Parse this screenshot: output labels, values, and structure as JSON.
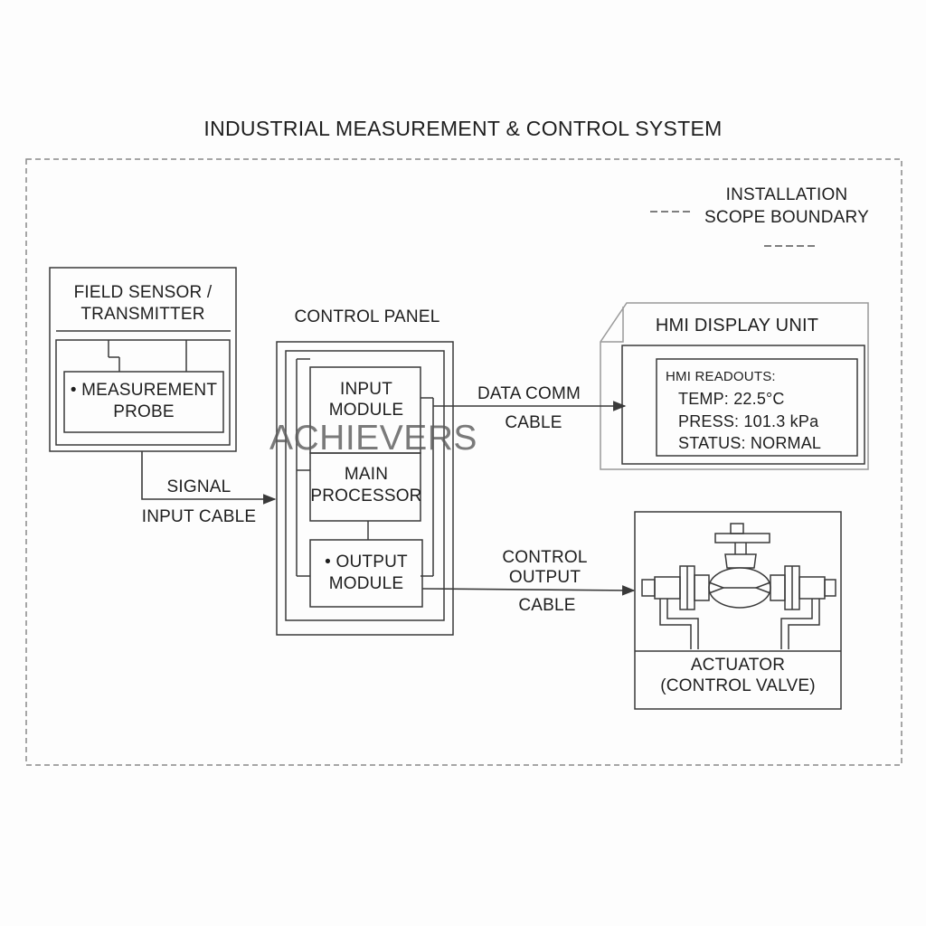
{
  "title": "INDUSTRIAL MEASUREMENT & CONTROL SYSTEM",
  "boundary_legend": {
    "line1": "INSTALLATION",
    "line2": "SCOPE BOUNDARY"
  },
  "field_sensor": {
    "title_line1": "FIELD SENSOR /",
    "title_line2": "TRANSMITTER",
    "probe_line1": "• MEASUREMENT",
    "probe_line2": "PROBE"
  },
  "control_panel": {
    "title": "CONTROL PANEL",
    "input_module_line1": "INPUT",
    "input_module_line2": "MODULE",
    "main_processor_line1": "MAIN",
    "main_processor_line2": "PROCESSOR",
    "output_module_line1": "• OUTPUT",
    "output_module_line2": "MODULE"
  },
  "hmi": {
    "title": "HMI DISPLAY UNIT",
    "readouts_heading": "HMI READOUTS:",
    "temp": "TEMP:  22.5°C",
    "press": "PRESS:  101.3 kPa",
    "status": "STATUS:  NORMAL"
  },
  "actuator": {
    "line1": "ACTUATOR",
    "line2": "(CONTROL VALVE)"
  },
  "cables": {
    "signal_line1": "SIGNAL",
    "signal_line2": "INPUT CABLE",
    "data_line1": "DATA COMM",
    "data_line2": "CABLE",
    "control_line1": "CONTROL",
    "control_line2": "OUTPUT",
    "control_line3": "CABLE"
  },
  "watermark": "ACHIEVERS",
  "colors": {
    "line": "#3a3a3a",
    "boundary": "#8a8a8a",
    "text": "#1e1e1e"
  }
}
